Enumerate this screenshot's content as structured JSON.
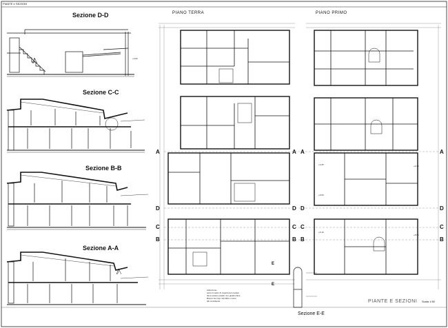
{
  "header": {
    "title": "PIANTE e SEZIONI"
  },
  "sections": [
    {
      "id": "dd",
      "label": "Sezione D-D"
    },
    {
      "id": "cc",
      "label": "Sezione C-C"
    },
    {
      "id": "bb",
      "label": "Sezione B-B"
    },
    {
      "id": "aa",
      "label": "Sezione A-A"
    },
    {
      "id": "ee",
      "label": "Sezione E-E"
    }
  ],
  "plans": {
    "ground_floor": {
      "label": "PIANO TERRA"
    },
    "first_floor": {
      "label": "PIANO PRIMO"
    }
  },
  "axis_labels": [
    "A",
    "D",
    "C",
    "B"
  ],
  "section_marker": "E",
  "note": {
    "lines": [
      "Attenzione:",
      "sotto il manto di copertura in tedere",
      "deve essere posato uno guaina fase",
      "Bourer Tex tipo mill 4DA o conto",
      "del consittente"
    ]
  },
  "footer": {
    "title": "PIANTE E SEZIONI",
    "scale": "Scala 1:50"
  },
  "levels": [
    "+3.90",
    "+3.25",
    "+0.00",
    "+3.15",
    "+6.10",
    "+6.65"
  ],
  "colors": {
    "line": "#111111",
    "grid": "#555555",
    "background": "#ffffff"
  }
}
